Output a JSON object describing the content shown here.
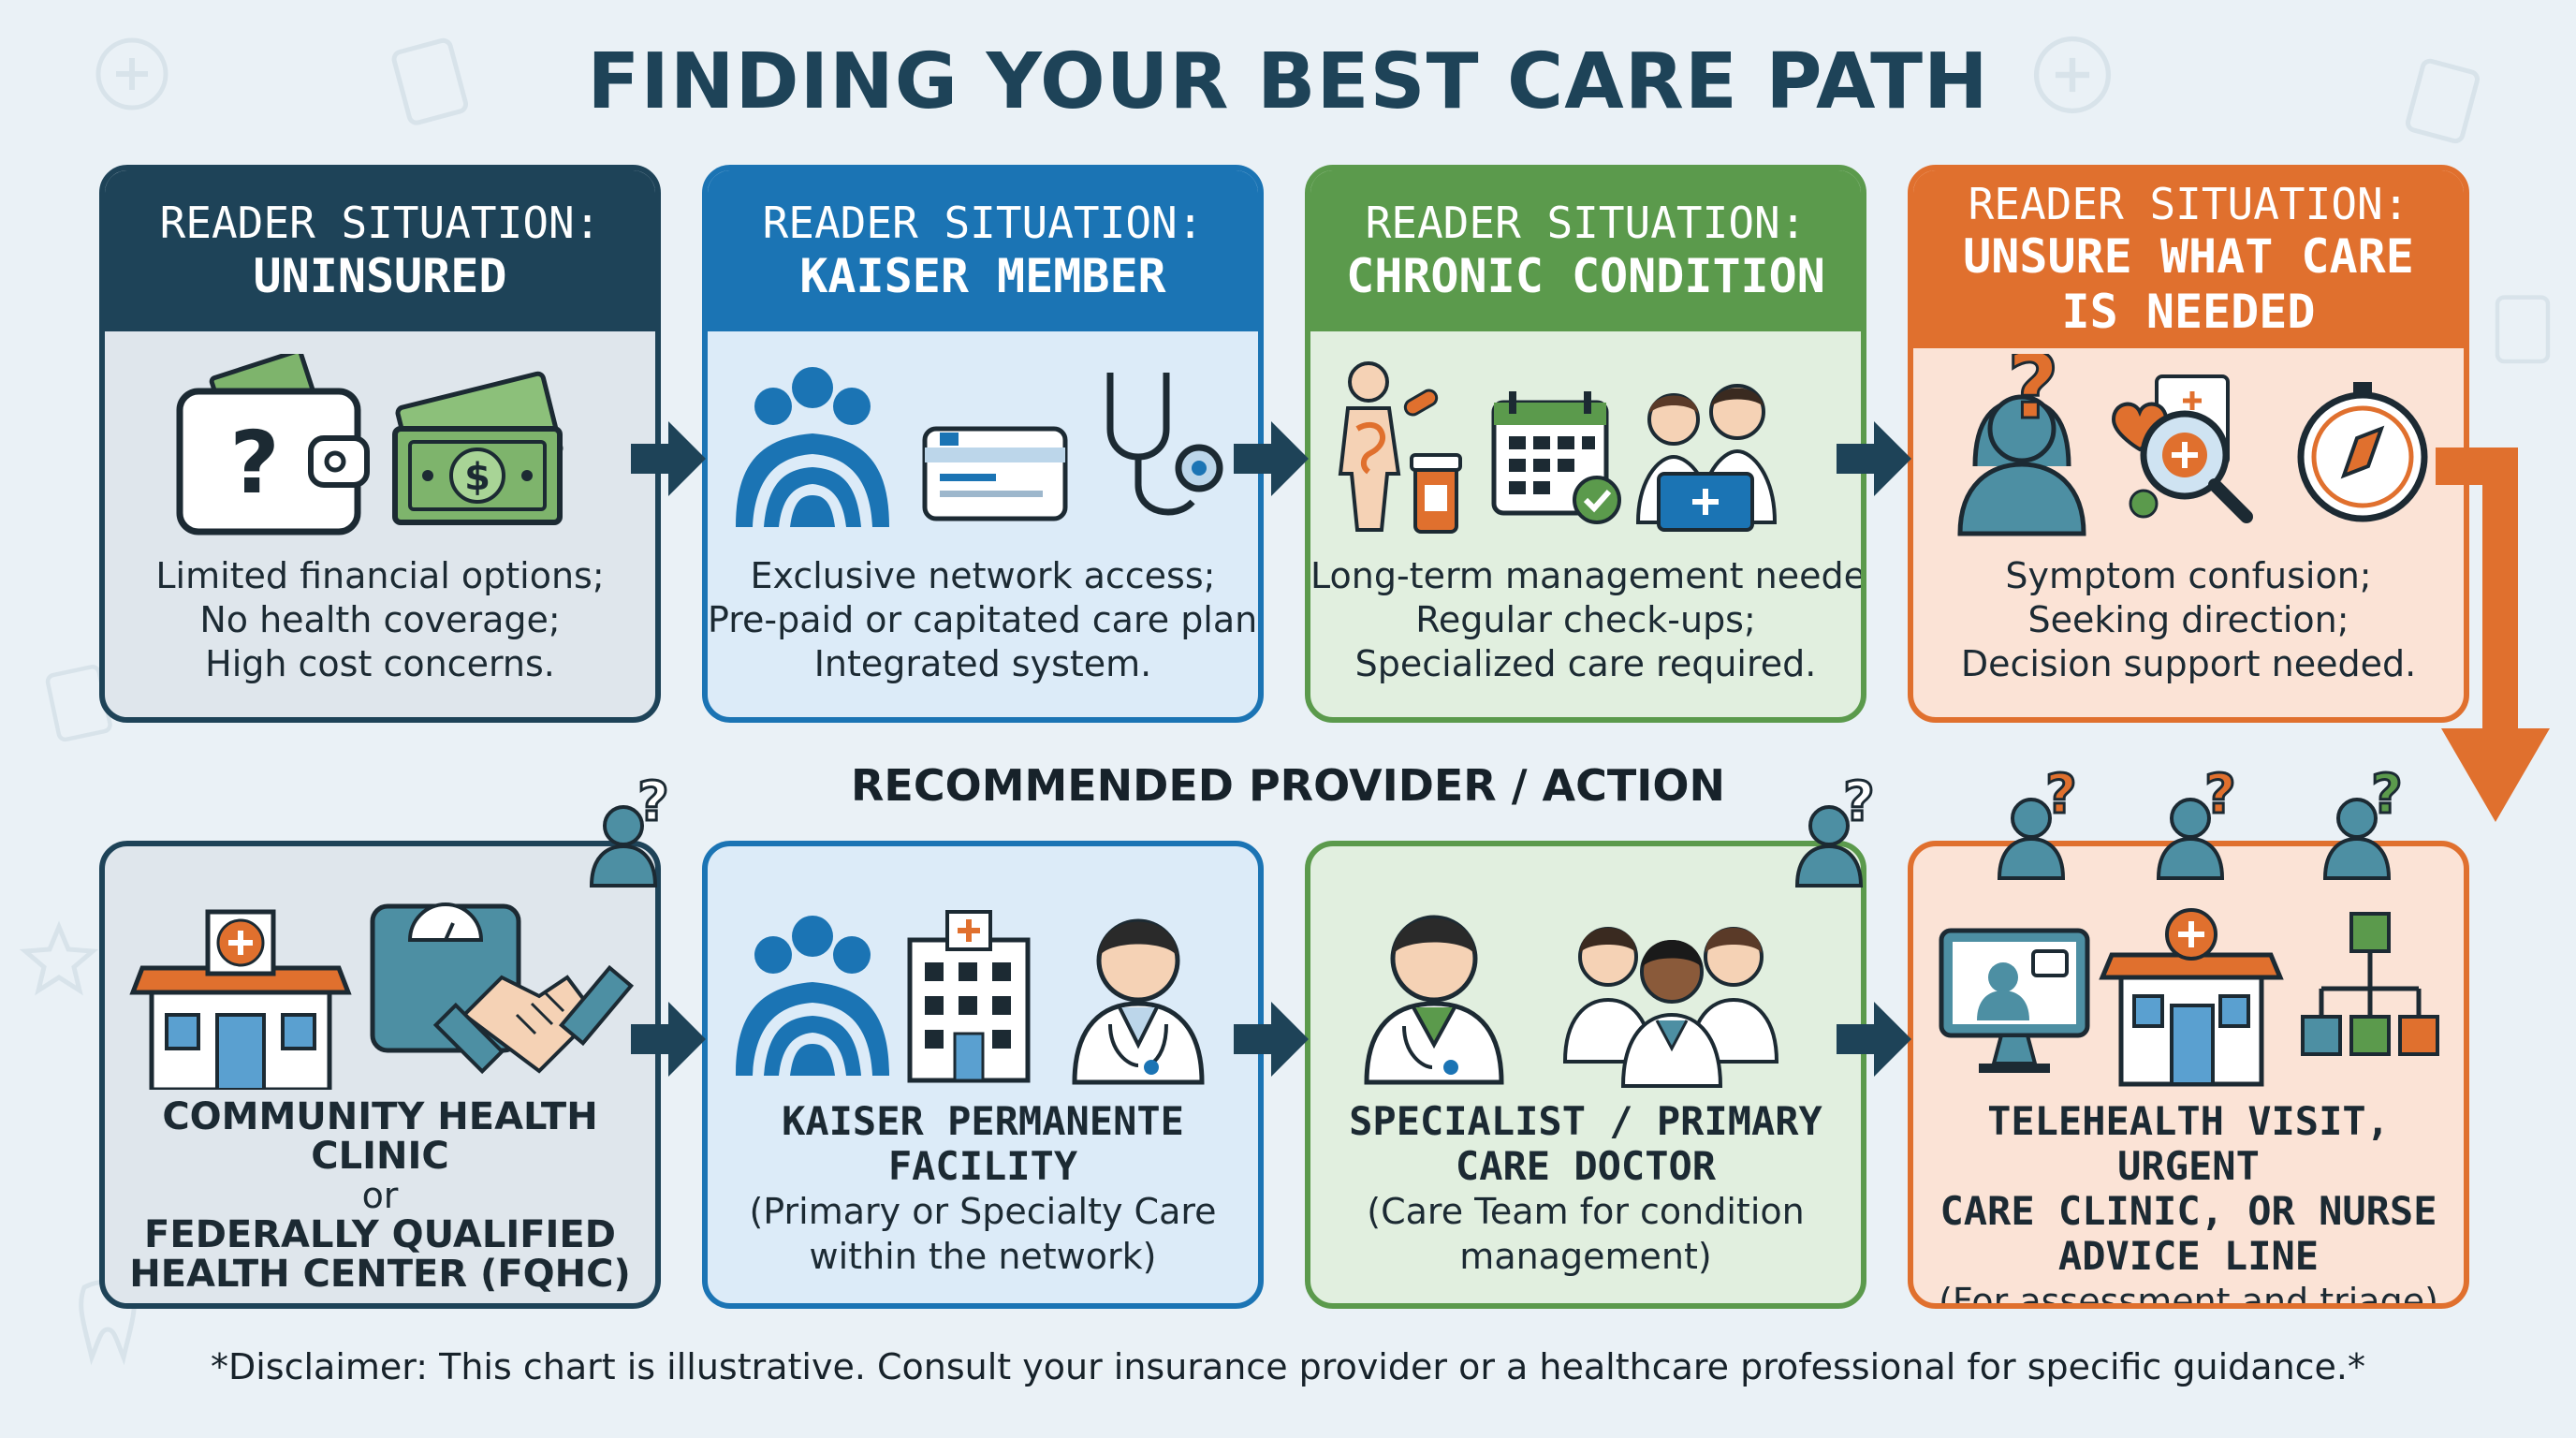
{
  "title": "FINDING YOUR BEST CARE PATH",
  "subtitle": "RECOMMENDED PROVIDER / ACTION",
  "situation_prefix": "READER SITUATION:",
  "situations": [
    {
      "name": "UNINSURED",
      "lines": [
        "Limited financial options;",
        "No health coverage;",
        "High cost concerns."
      ],
      "color": "#1e4358"
    },
    {
      "name": "KAISER MEMBER",
      "lines": [
        "Exclusive network access;",
        "Pre-paid or capitated care plans;",
        "Integrated system."
      ],
      "color": "#1b74b4"
    },
    {
      "name": "CHRONIC CONDITION",
      "lines": [
        "Long-term management needed;",
        "Regular check-ups;",
        "Specialized care required."
      ],
      "color": "#5b9a4c"
    },
    {
      "name_line1": "UNSURE WHAT CARE",
      "name_line2": "IS NEEDED",
      "lines": [
        "Symptom confusion;",
        "Seeking direction;",
        "Decision support needed."
      ],
      "color": "#e0702e"
    }
  ],
  "actions": [
    {
      "line1": "COMMUNITY HEALTH CLINIC",
      "or": "or",
      "line2": "FEDERALLY QUALIFIED",
      "line3": "HEALTH CENTER (FQHC)"
    },
    {
      "line1": "KAISER PERMANENTE",
      "line2": "FACILITY",
      "sub1": "(Primary or Specialty Care",
      "sub2": "within the network)"
    },
    {
      "line1": "SPECIALIST / PRIMARY",
      "line2": "CARE DOCTOR",
      "sub1": "(Care Team for condition",
      "sub2": "management)"
    },
    {
      "line1": "TELEHEALTH VISIT, URGENT",
      "line2": "CARE CLINIC, OR NURSE",
      "line3": "ADVICE LINE",
      "sub1": "(For assessment and triage)"
    }
  ],
  "disclaimer": "*Disclaimer: This chart is illustrative. Consult your insurance provider or a healthcare professional for specific guidance.*",
  "icons": [
    "wallet-question-icon",
    "cash-icon",
    "kaiser-logo-icon",
    "member-card-icon",
    "stethoscope-icon",
    "body-organs-icon",
    "pill-bottle-icon",
    "calendar-check-icon",
    "care-team-laptop-icon",
    "question-person-icon",
    "heart-magnify-icon",
    "compass-icon",
    "clinic-building-icon",
    "scale-icon",
    "handshake-icon",
    "hospital-building-icon",
    "doctor-icon",
    "doctor-group-icon",
    "telehealth-monitor-icon",
    "urgent-care-icon",
    "triage-flowchart-icon"
  ]
}
